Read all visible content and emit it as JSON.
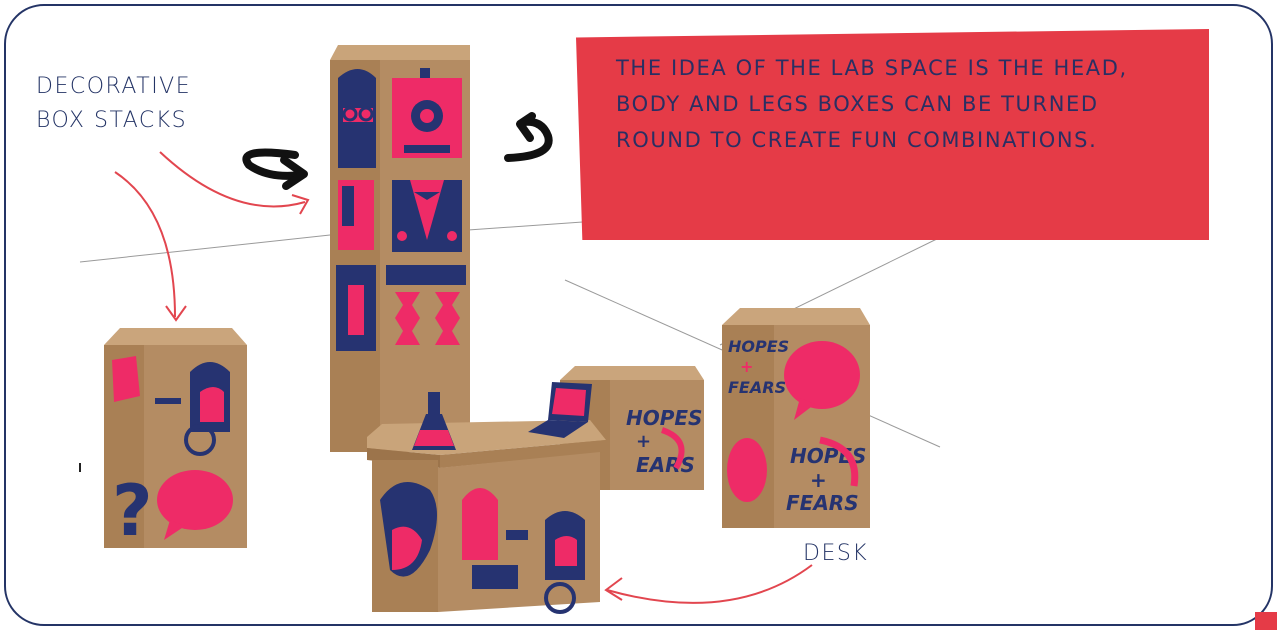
{
  "labels": {
    "stacks_line1": "DECORATIVE",
    "stacks_line2": "BOX STACKS",
    "desk": "DESK"
  },
  "callout": {
    "text": "THE IDEA OF THE LAB SPACE IS THE HEAD, BODY AND LEGS BOXES CAN BE TURNED ROUND TO CREATE FUN COMBINATIONS."
  },
  "box_prints": {
    "hopes": "HOPES",
    "plus": "+",
    "fears": "FEARS",
    "small_hopes": "HOPES",
    "small_fears": "EARS",
    "question": "?"
  },
  "colors": {
    "frame": "#243466",
    "accent_red": "#e53b47",
    "box_cardboard": "#b48c63",
    "box_dark": "#8c6843",
    "print_navy": "#263371",
    "print_pink": "#ee2b67",
    "arrow_red": "#e2464f",
    "text_navy": "#243466"
  },
  "icons": [
    "rotate-left-arrow-icon",
    "rotate-right-arrow-icon",
    "speech-bubble-icon",
    "flask-icon",
    "laptop-icon"
  ]
}
